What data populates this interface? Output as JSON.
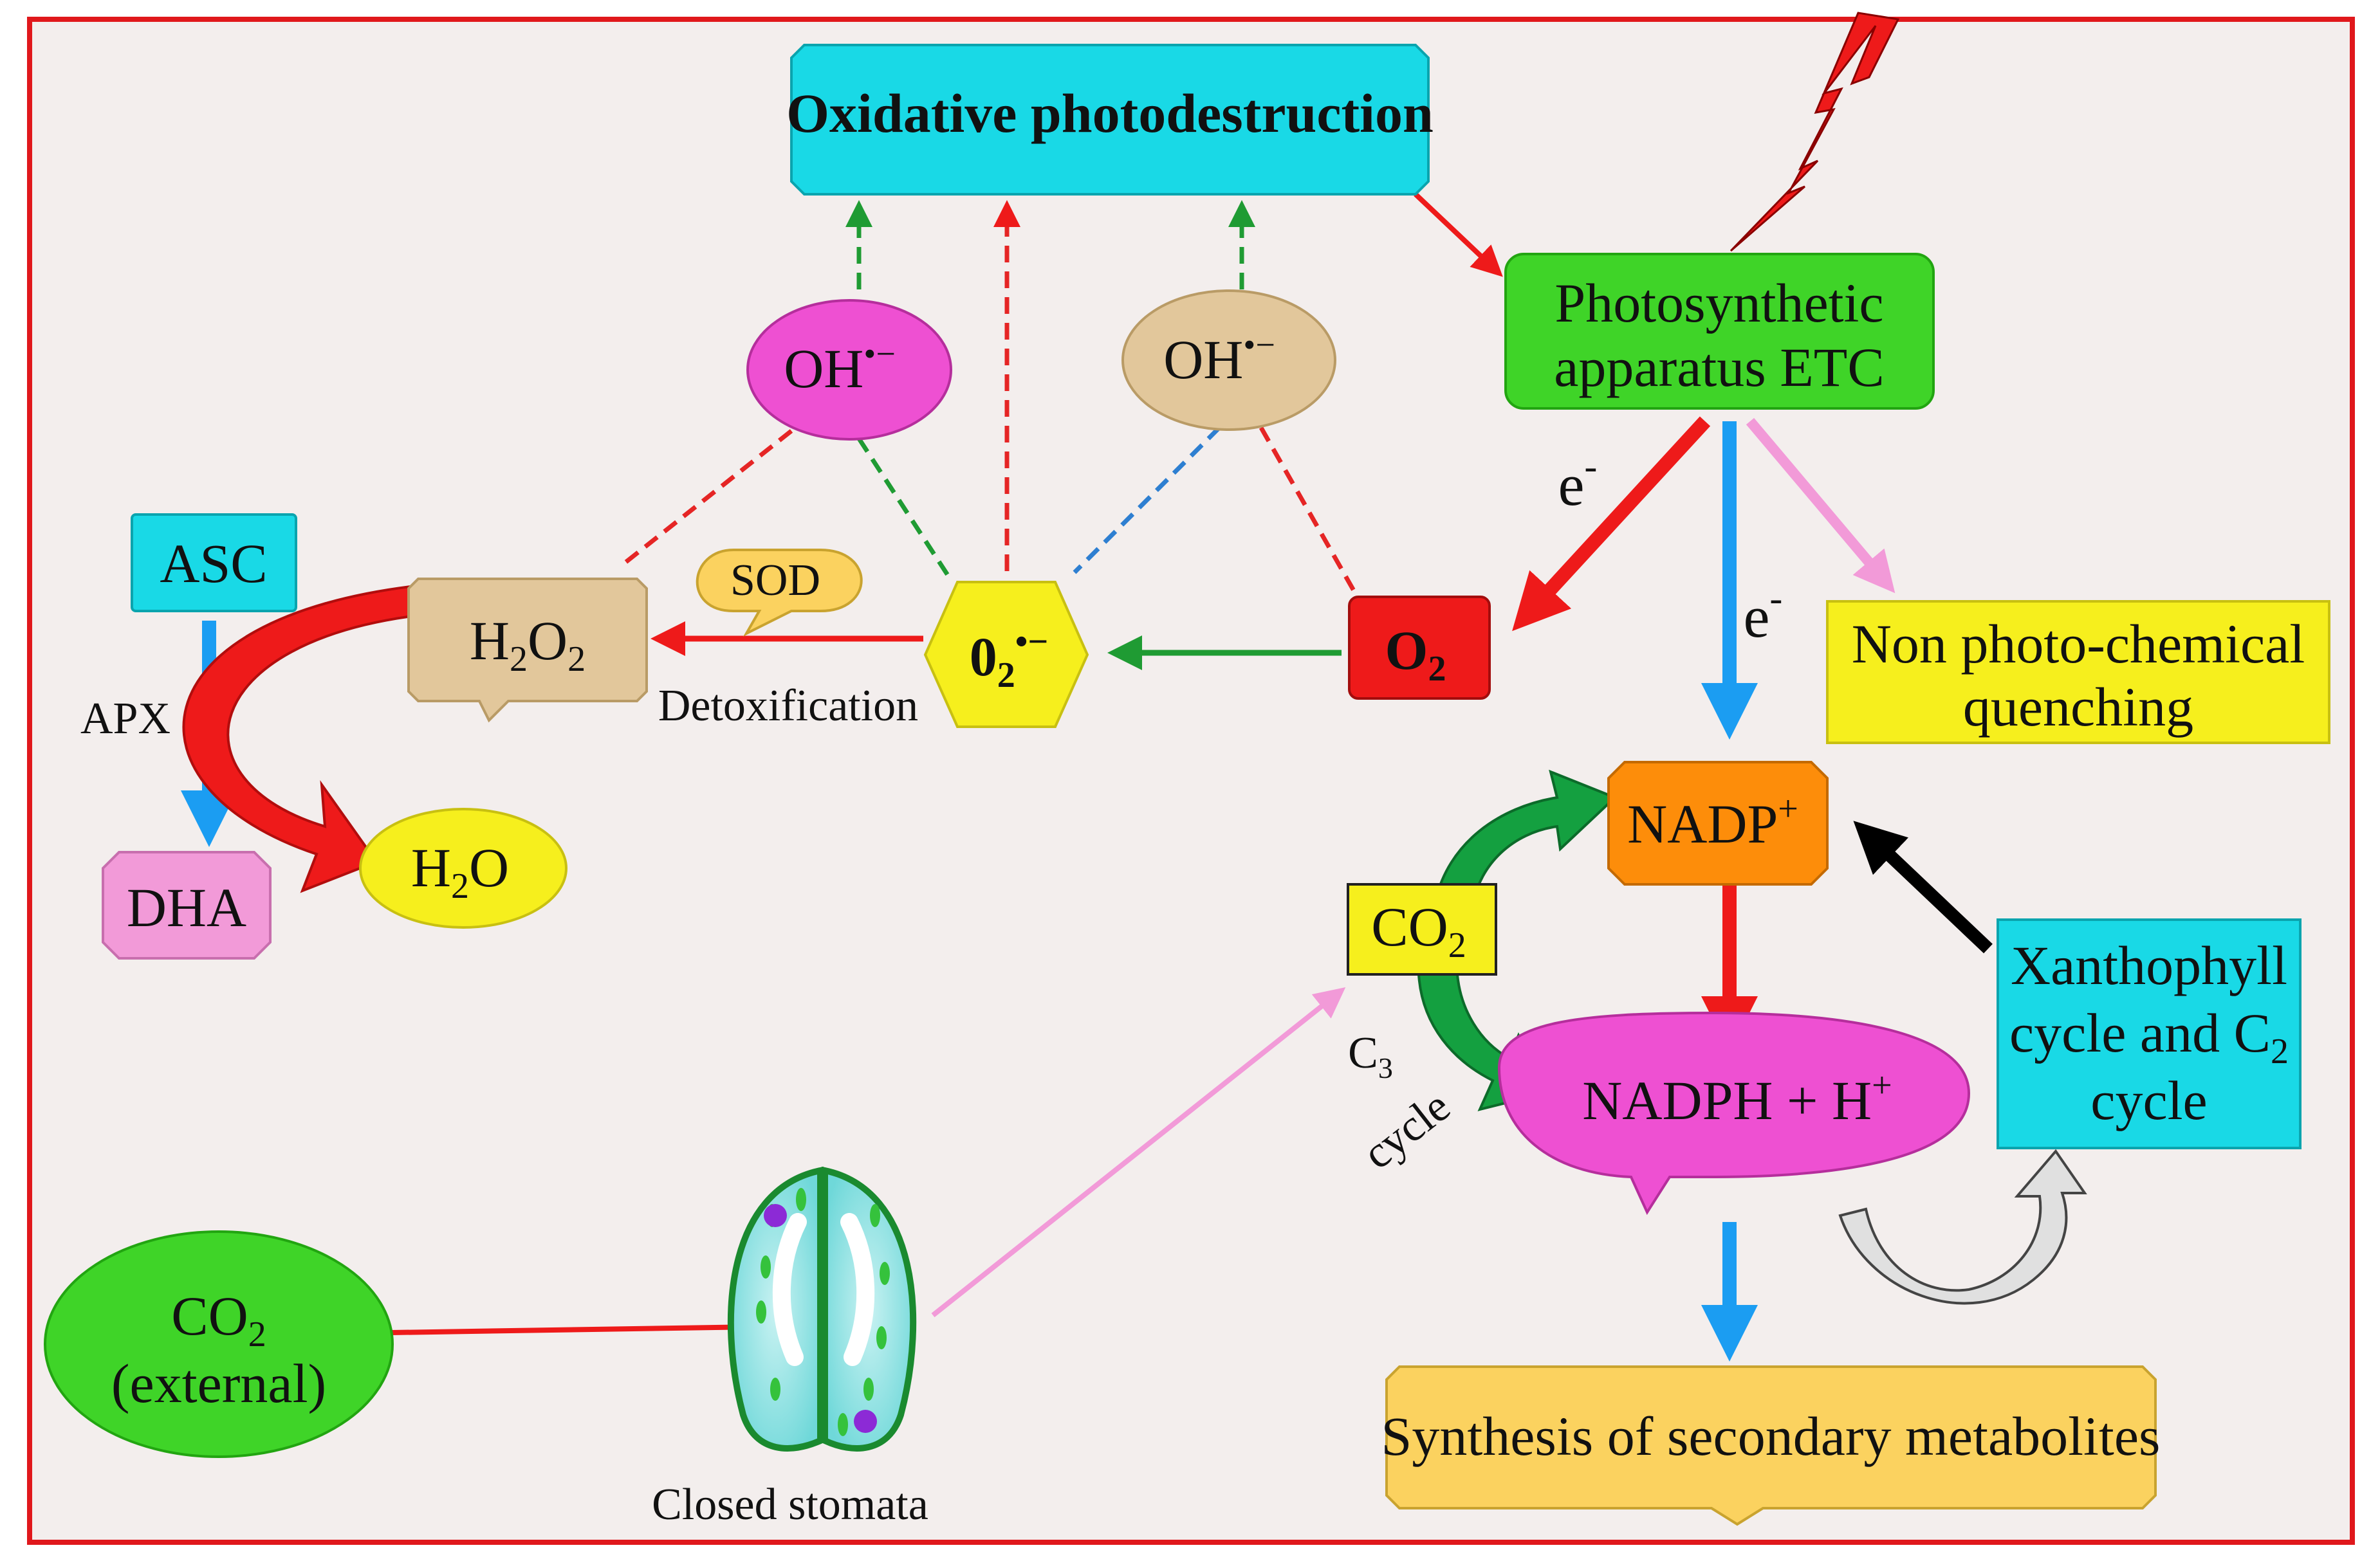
{
  "colors": {
    "frame": "#e0181c",
    "background": "#f3eeed",
    "cyan": "#19d9e6",
    "green": "#3fd428",
    "yellow": "#f6ef1d",
    "magenta": "#ee50d2",
    "pink": "#f29ad8",
    "orange": "#fd8d0a",
    "tan": "#e2c79b",
    "gold": "#fbd25f",
    "red": "#ee1a1a",
    "blue": "#1b9df2",
    "dark_green": "#14a040",
    "dash_red": "#e52525",
    "dash_green": "#1f9b33",
    "dash_blue": "#2e7fd1"
  },
  "nodes": {
    "oxidative": "Oxidative photodestruction",
    "photosynthetic_line1": "Photosynthetic",
    "photosynthetic_line2": "apparatus ETC",
    "oh_left": "OH",
    "oh_left_sup": "•−",
    "oh_right": "OH",
    "oh_right_sup": "•−",
    "asc": "ASC",
    "apx": "APX",
    "dha": "DHA",
    "h2o2_h": "H",
    "h2o2_sub1": "2",
    "h2o2_o": "O",
    "h2o2_sub2": "2",
    "sod": "SOD",
    "detox": "Detoxification",
    "superoxide_base": "0",
    "superoxide_sub": "2",
    "superoxide_sup": "•−",
    "o2_base": "O",
    "o2_sub": "2",
    "e1_base": "e",
    "e1_sup": "-",
    "e2_base": "e",
    "e2_sup": "-",
    "nonphoto_line1": "Non photo-chemical",
    "nonphoto_line2": "quenching",
    "h2o_h": "H",
    "h2o_sub": "2",
    "h2o_o": "O",
    "nadp_base": "NADP",
    "nadp_sup": "+",
    "co2_base": "CO",
    "co2_sub": "2",
    "c3_base": "C",
    "c3_sub": "3",
    "c3_cycle": "cycle",
    "xantho_line1": "Xanthophyll",
    "xantho_line2_base": "cycle and C",
    "xantho_line2_sub": "2",
    "xantho_line3": "cycle",
    "nadph_base": "NADPH + H",
    "nadph_sup": "+",
    "co2ext_base": "CO",
    "co2ext_sub": "2",
    "co2ext_line2": "(external)",
    "stomata": "Closed stomata",
    "synthesis": "Synthesis of secondary metabolites"
  }
}
